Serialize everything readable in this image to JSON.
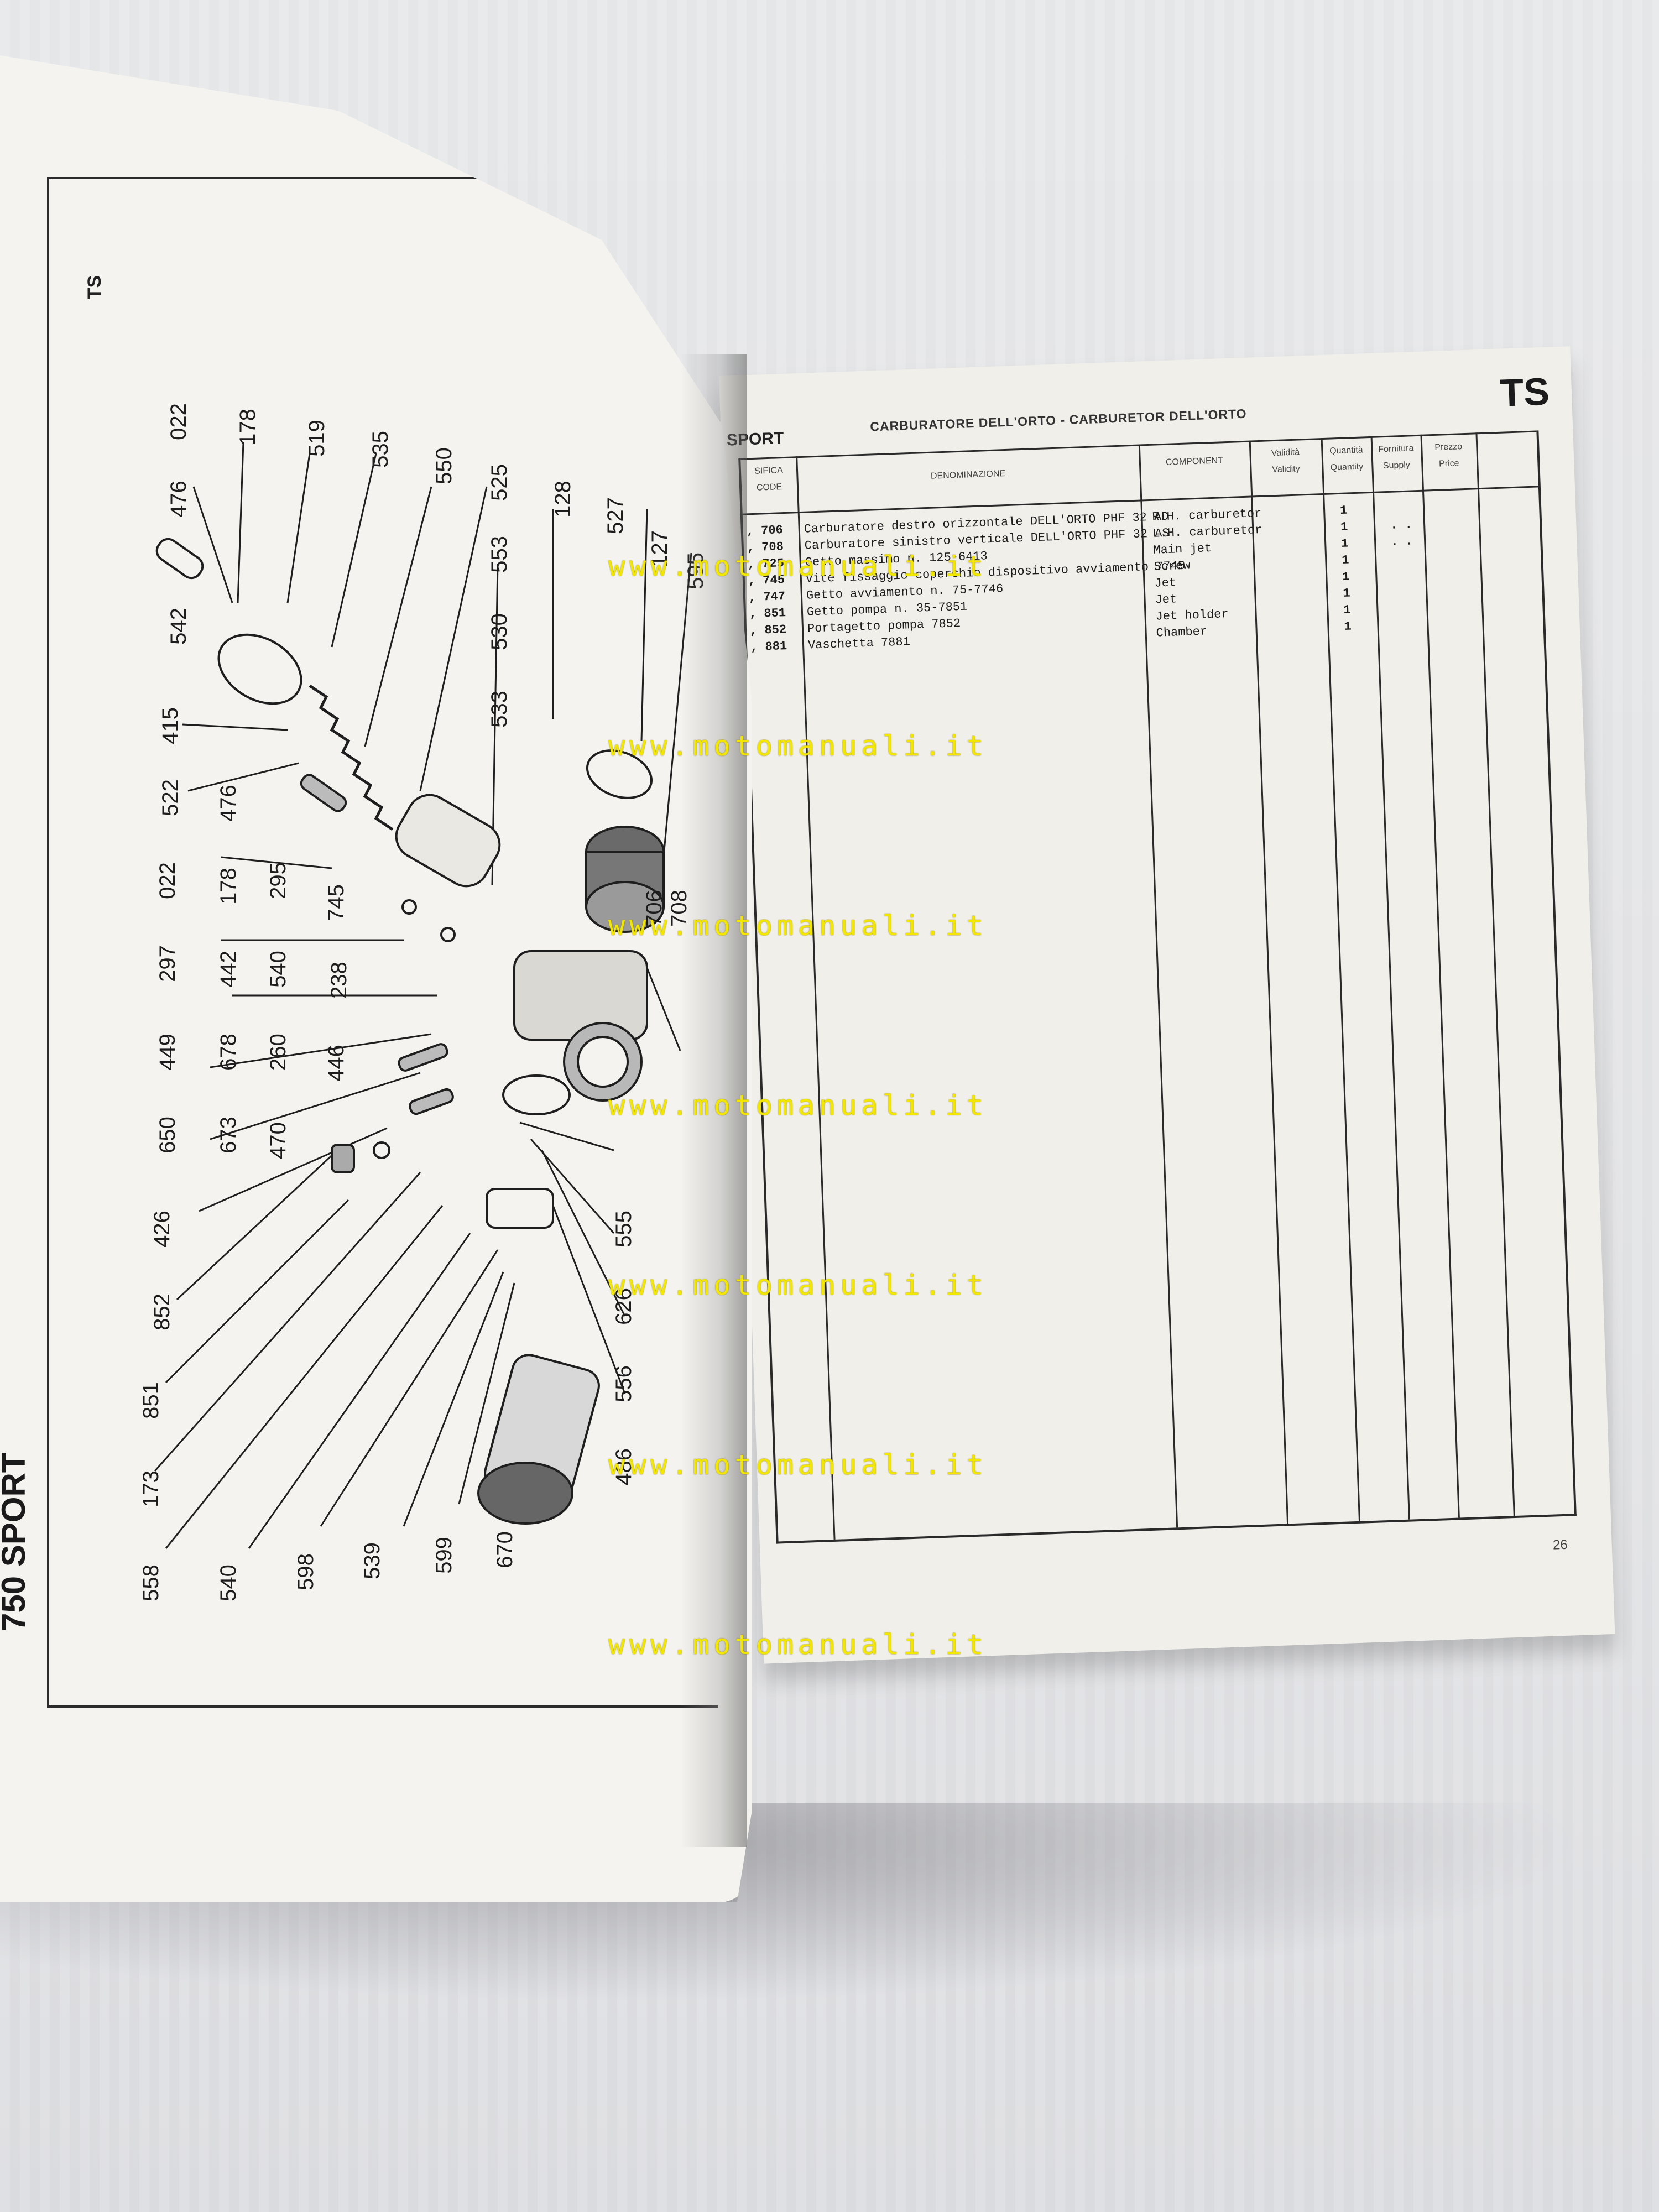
{
  "left_page": {
    "corner_code": "TS",
    "model_title": "750 SPORT",
    "part_numbers": [
      "022",
      "178",
      "519",
      "535",
      "550",
      "525",
      "553",
      "530",
      "533",
      "128",
      "527",
      "127",
      "595",
      "476",
      "542",
      "415",
      "522",
      "476",
      "022",
      "178",
      "745",
      "295",
      "297",
      "442",
      "540",
      "238",
      "449",
      "678",
      "260",
      "446",
      "650",
      "673",
      "470",
      "426",
      "852",
      "851",
      "173",
      "558",
      "540",
      "598",
      "539",
      "599",
      "670",
      "486",
      "556",
      "626",
      "555",
      "706",
      "708"
    ]
  },
  "right_page": {
    "corner_code": "TS",
    "model_label": "SPORT",
    "section_title": "CARBURATORE DELL'ORTO - CARBURETOR DELL'ORTO",
    "headers": {
      "code": [
        "SIFICA",
        "CODE"
      ],
      "denominazione": "DENOMINAZIONE",
      "component": "COMPONENT",
      "validity": [
        "Validità",
        "Validity"
      ],
      "quantity": [
        "Quantità",
        "Quantity"
      ],
      "supply": [
        "Fornitura",
        "Supply"
      ],
      "price": [
        "Prezzo",
        "Price"
      ]
    },
    "rows": [
      {
        "code": ", 706",
        "den": "Carburatore destro orizzontale DELL'ORTO PHF 32 AD",
        "comp": "R.H. carburetor",
        "qty": "1",
        "sup": ""
      },
      {
        "code": ", 708",
        "den": "Carburatore sinistro verticale DELL'ORTO PHF 32 AS",
        "comp": "L.H. carburetor",
        "qty": "1",
        "sup": ". ."
      },
      {
        "code": ", 725",
        "den": "Getto massimo n. 125-6413",
        "comp": "Main jet",
        "qty": "1",
        "sup": ". ."
      },
      {
        "code": ", 745",
        "den": "Vite fissaggio coperchio dispositivo avviamento 7745",
        "comp": "Screw",
        "qty": "1",
        "sup": ""
      },
      {
        "code": ", 747",
        "den": "Getto avviamento n. 75-7746",
        "comp": "Jet",
        "qty": "1",
        "sup": ""
      },
      {
        "code": ", 851",
        "den": "Getto pompa n. 35-7851",
        "comp": "Jet",
        "qty": "1",
        "sup": ""
      },
      {
        "code": ", 852",
        "den": "Portagetto pompa 7852",
        "comp": "Jet holder",
        "qty": "1",
        "sup": ""
      },
      {
        "code": ", 881",
        "den": "Vaschetta 7881",
        "comp": "Chamber",
        "qty": "1",
        "sup": ""
      }
    ],
    "page_number": "26"
  },
  "watermark": "www.motomanuali.it"
}
